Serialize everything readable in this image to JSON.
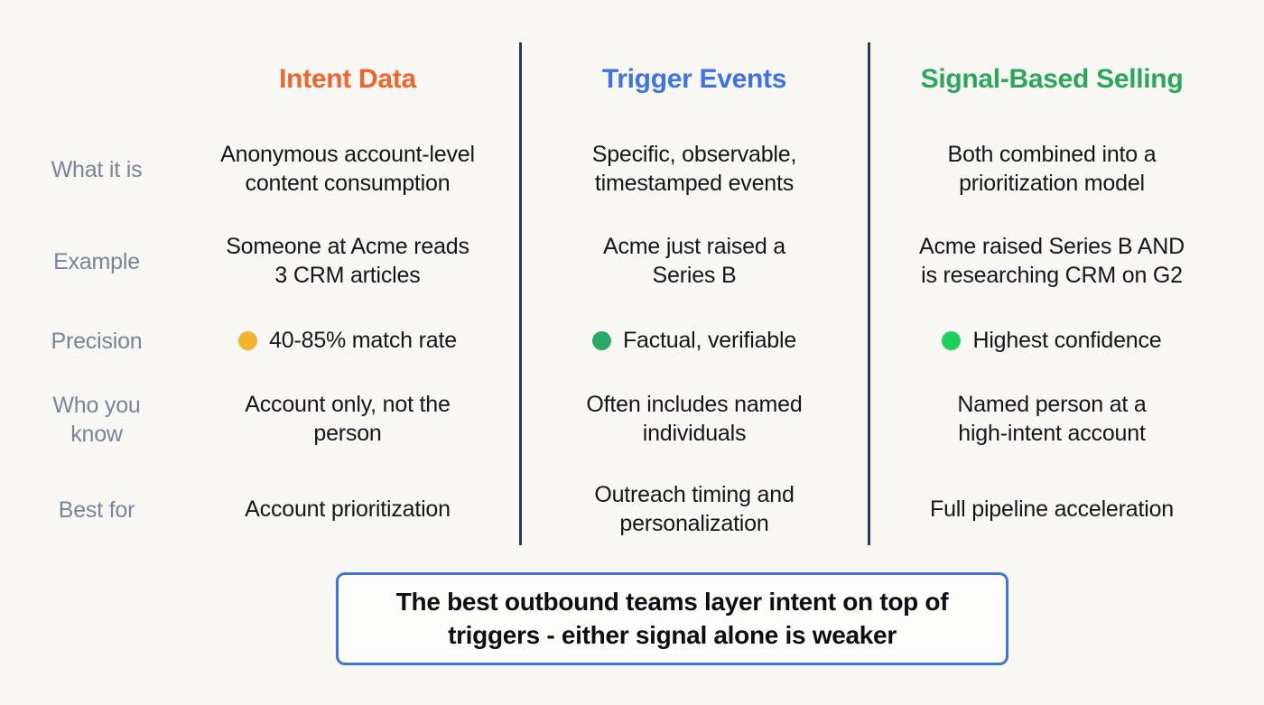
{
  "background_color": "#f8f7f4",
  "divider_color": "#2b3a52",
  "header": {
    "columns": [
      {
        "label": "Intent Data",
        "color": "#f0652e"
      },
      {
        "label": "Trigger Events",
        "color": "#3d73e4"
      },
      {
        "label": "Signal-Based Selling",
        "color": "#2ba75a"
      }
    ]
  },
  "rows": [
    {
      "label": "What it is",
      "cells": [
        {
          "text": "Anonymous account-level\ncontent consumption"
        },
        {
          "text": "Specific, observable,\ntimestamped events"
        },
        {
          "text": "Both combined into a\nprioritization model"
        }
      ]
    },
    {
      "label": "Example",
      "cells": [
        {
          "text": "Someone at Acme reads\n3 CRM articles"
        },
        {
          "text": "Acme just raised a\nSeries B"
        },
        {
          "text": "Acme raised Series B AND\nis researching CRM on G2"
        }
      ]
    },
    {
      "label": "Precision",
      "cells": [
        {
          "dot_color": "#f3b32c",
          "text": "40-85% match rate"
        },
        {
          "dot_color": "#28a862",
          "text": "Factual, verifiable"
        },
        {
          "dot_color": "#1bd15b",
          "text": "Highest confidence"
        }
      ]
    },
    {
      "label": "Who you\nknow",
      "cells": [
        {
          "text": "Account only, not the\nperson"
        },
        {
          "text": "Often includes named\nindividuals"
        },
        {
          "text": "Named person at a\nhigh-intent account"
        }
      ]
    },
    {
      "label": "Best for",
      "cells": [
        {
          "text": "Account prioritization"
        },
        {
          "text": "Outreach timing and\npersonalization"
        },
        {
          "text": "Full pipeline acceleration"
        }
      ]
    }
  ],
  "callout": {
    "text": "The best outbound teams layer intent on top of\ntriggers - either signal alone is weaker",
    "border_color": "#3b76db"
  }
}
